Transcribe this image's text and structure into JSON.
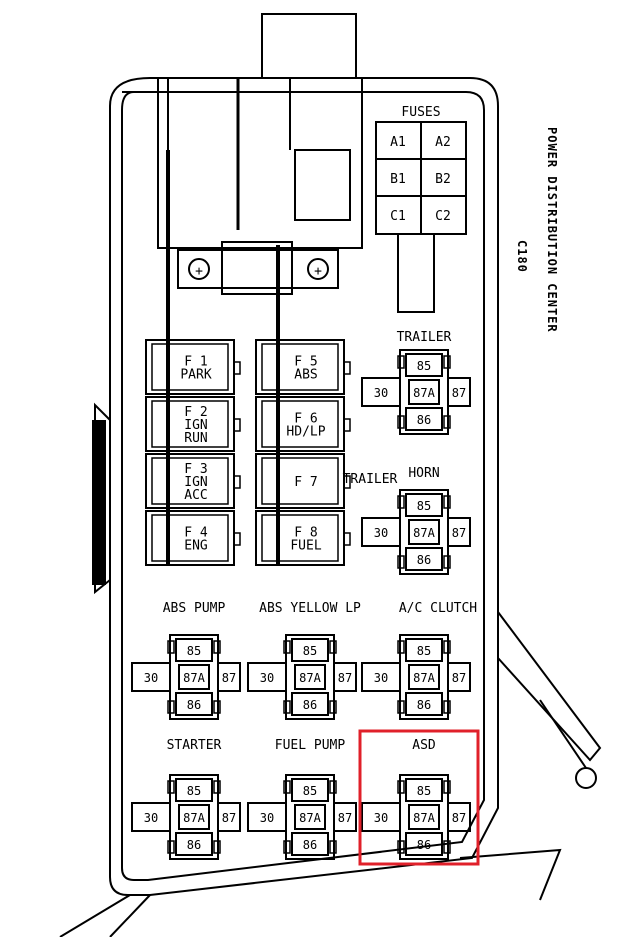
{
  "title": "POWER DISTRIBUTION CENTER",
  "connector": "C180",
  "fuses_block": {
    "title": "FUSES",
    "cells": [
      "A1",
      "A2",
      "B1",
      "B2",
      "C1",
      "C2"
    ]
  },
  "left_fuses": [
    {
      "lines": [
        "F 1",
        "PARK"
      ]
    },
    {
      "lines": [
        "F 2",
        "IGN",
        "RUN"
      ]
    },
    {
      "lines": [
        "F 3",
        "IGN",
        "ACC"
      ]
    },
    {
      "lines": [
        "F 4",
        "ENG"
      ]
    }
  ],
  "mid_fuses": [
    {
      "lines": [
        "F 5",
        "ABS"
      ]
    },
    {
      "lines": [
        "F 6",
        "HD/LP"
      ]
    },
    {
      "lines": [
        "F 7"
      ]
    },
    {
      "lines": [
        "F 8",
        "FUEL"
      ]
    }
  ],
  "relays": [
    {
      "id": "trailer-relay",
      "label": "TRAILER",
      "pins": [
        "85",
        "30",
        "87A",
        "87",
        "86"
      ],
      "highlighted": false
    },
    {
      "id": "horn-relay",
      "label": "HORN",
      "pins": [
        "85",
        "30",
        "87A",
        "87",
        "86"
      ],
      "highlighted": false
    },
    {
      "id": "abs-pump-relay",
      "label": "ABS PUMP",
      "pins": [
        "85",
        "30",
        "87A",
        "87",
        "86"
      ],
      "highlighted": false
    },
    {
      "id": "abs-yellow-lp-relay",
      "label": "ABS YELLOW LP",
      "pins": [
        "85",
        "30",
        "87A",
        "87",
        "86"
      ],
      "highlighted": false
    },
    {
      "id": "ac-clutch-relay",
      "label": "A/C CLUTCH",
      "pins": [
        "85",
        "30",
        "87A",
        "87",
        "86"
      ],
      "highlighted": false
    },
    {
      "id": "starter-relay",
      "label": "STARTER",
      "pins": [
        "85",
        "30",
        "87A",
        "87",
        "86"
      ],
      "highlighted": false
    },
    {
      "id": "fuel-pump-relay",
      "label": "FUEL PUMP",
      "pins": [
        "85",
        "30",
        "87A",
        "87",
        "86"
      ],
      "highlighted": false
    },
    {
      "id": "asd-relay",
      "label": "ASD",
      "pins": [
        "85",
        "30",
        "87A",
        "87",
        "86"
      ],
      "highlighted": true
    }
  ],
  "side_label": "TRAILER",
  "stud_symbol": "+",
  "colors": {
    "ink": "#000000",
    "highlight": "#e0202a",
    "paper": "#ffffff"
  }
}
